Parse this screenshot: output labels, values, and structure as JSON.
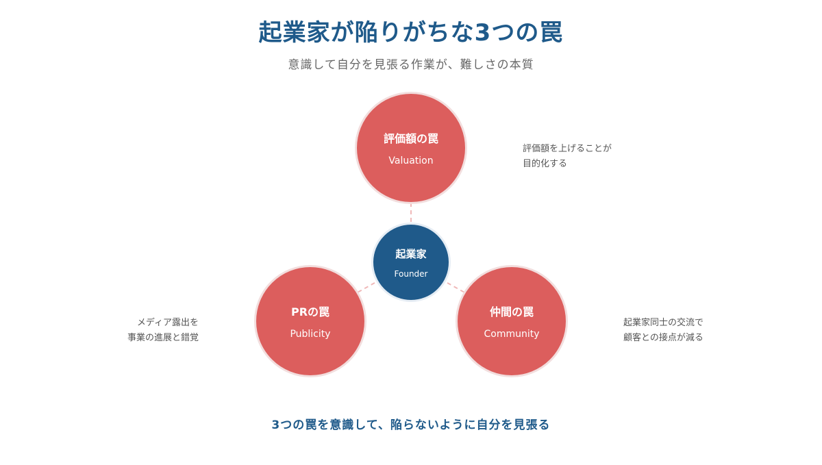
{
  "title": "起業家が陥りがちな3つの罠",
  "subtitle": "意識して自分を見張る作業が、難しさの本質",
  "center": {
    "label": "起業家",
    "sub": "Founder"
  },
  "traps": [
    {
      "label": "評価額の罠",
      "sub": "Valuation",
      "desc": [
        "評価額を上げることが",
        "目的化する"
      ]
    },
    {
      "label": "PRの罠",
      "sub": "Publicity",
      "desc": [
        "メディア露出を",
        "事業の進展と錯覚"
      ]
    },
    {
      "label": "仲間の罠",
      "sub": "Community",
      "desc": [
        "起業家同士の交流で",
        "顧客との接点が減る"
      ]
    }
  ],
  "footer": "3つの罠を意識して、陥らないように自分を見張る",
  "colors": {
    "trap": "#dc5e5d",
    "center": "#1f5a8a",
    "connector": "#f0b8b8"
  }
}
